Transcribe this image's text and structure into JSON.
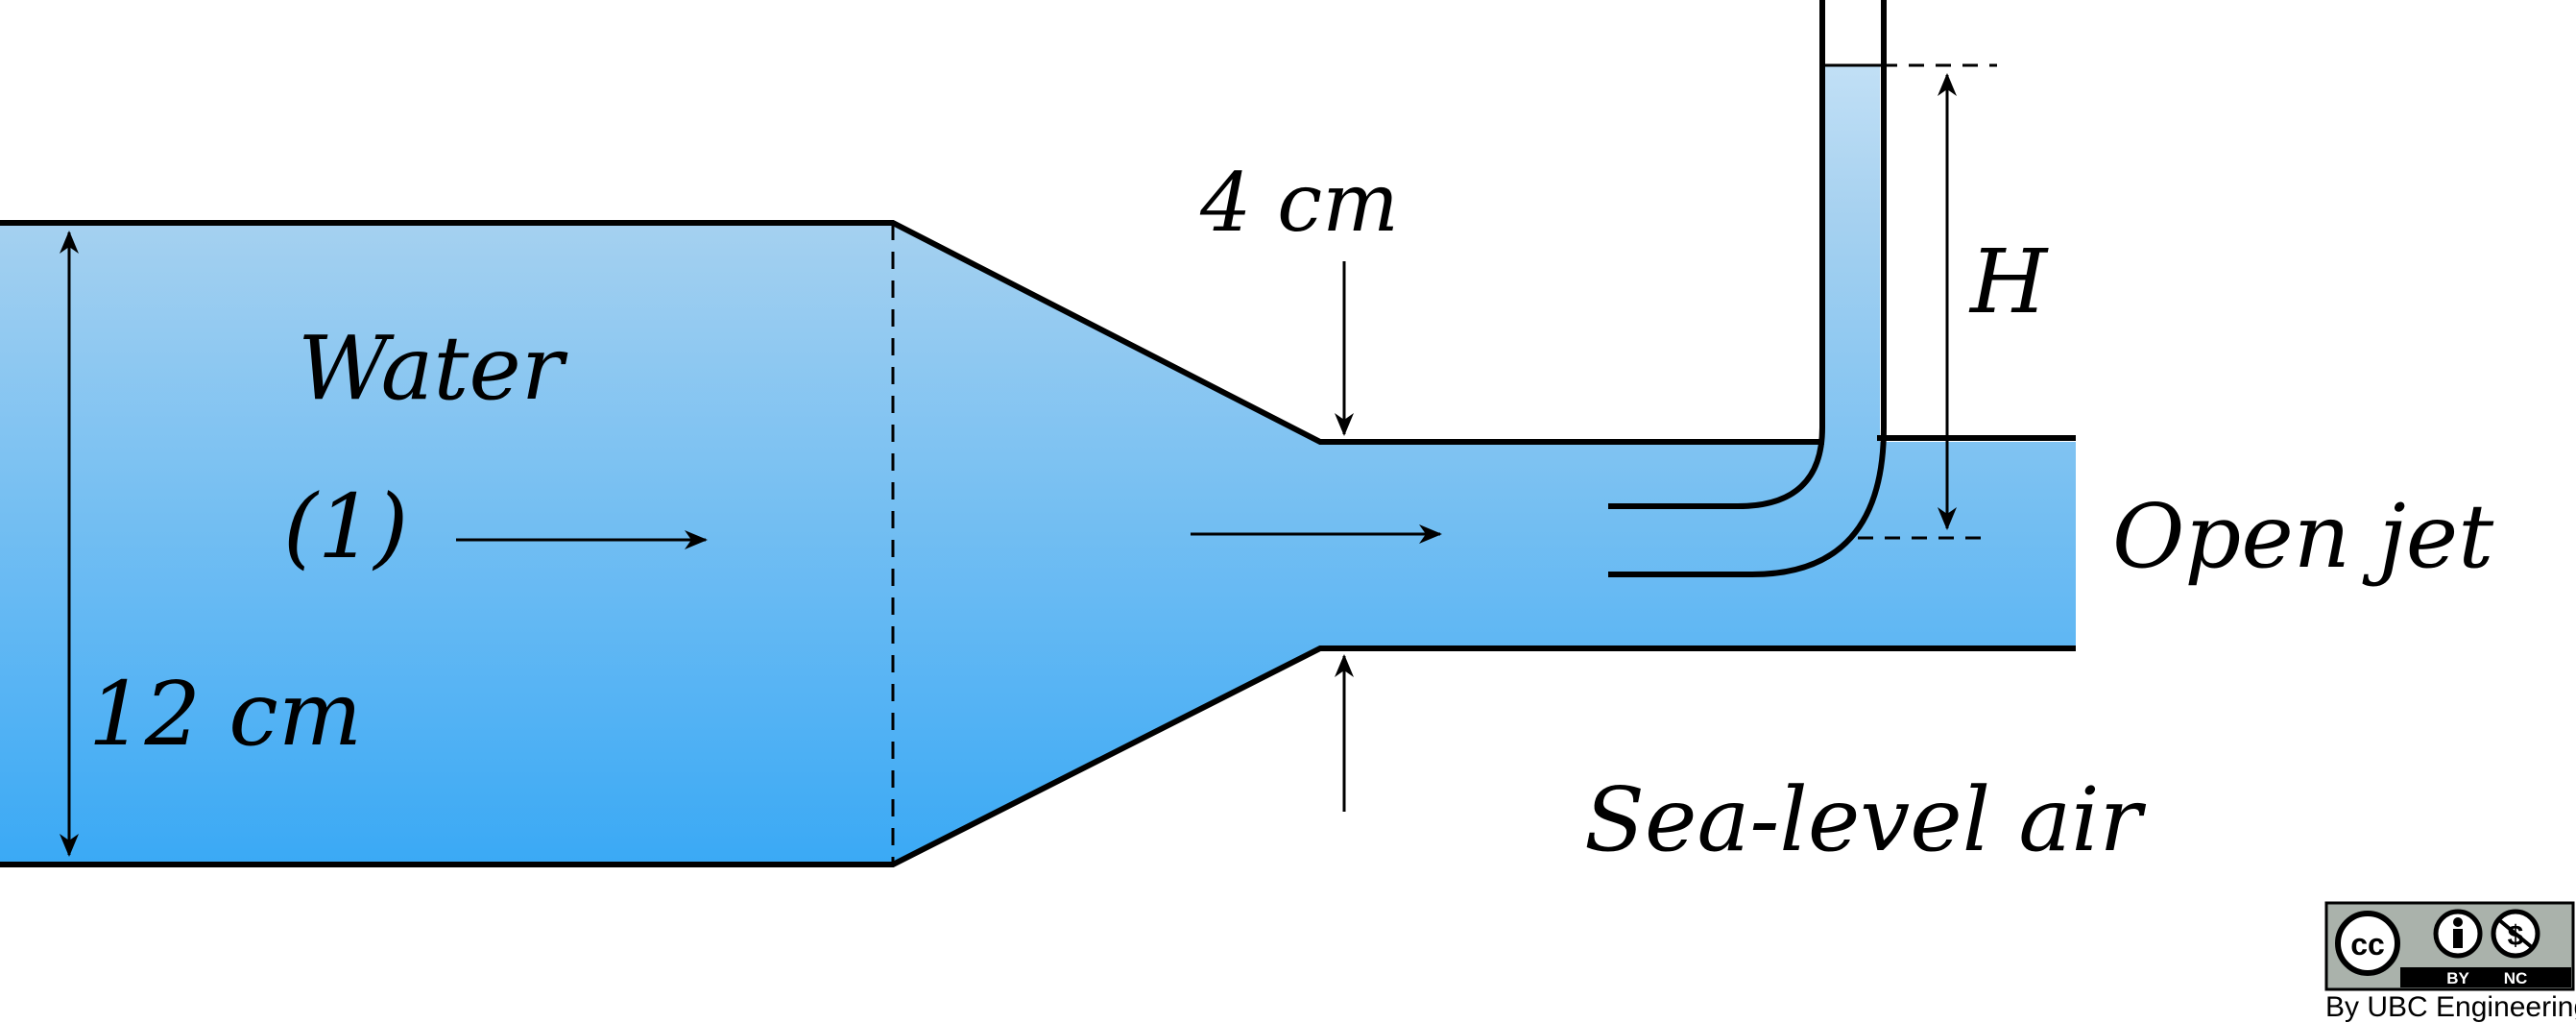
{
  "diagram": {
    "labels": {
      "water": "Water",
      "section": "(1)",
      "large_diameter": "12 cm",
      "small_diameter": "4 cm",
      "height": "H",
      "open_jet": "Open jet",
      "ambient": "Sea-level air"
    },
    "colors": {
      "water_top": "#a6d1f0",
      "water_bottom": "#3aa9f5",
      "outline": "#000000"
    }
  },
  "license": {
    "cc_label": "cc",
    "by_label": "BY",
    "nc_label": "NC",
    "credit": "By UBC Engineering"
  }
}
